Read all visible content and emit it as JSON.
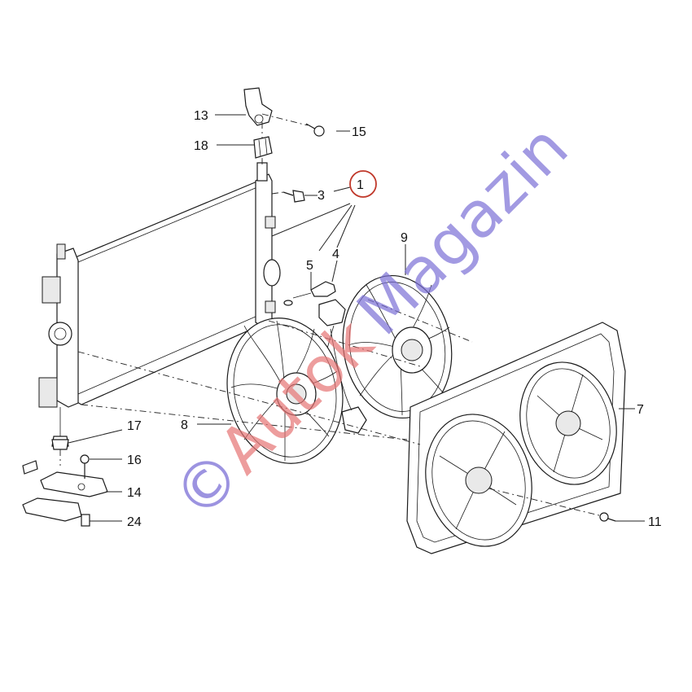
{
  "colors": {
    "line": "#1a1a1a",
    "callout_circle": "#c0392b",
    "watermark_red": "#e57373",
    "watermark_blue": "#7b6fd6"
  },
  "callouts": {
    "c1": "1",
    "c3": "3",
    "c4": "4",
    "c5": "5",
    "c7": "7",
    "c8": "8",
    "c9": "9",
    "c11": "11",
    "c13": "13",
    "c14": "14",
    "c15": "15",
    "c16": "16",
    "c17": "17",
    "c18": "18",
    "c24": "24"
  },
  "watermark": {
    "copyright": "©",
    "part1": "Autok",
    "part2": "Magazin"
  }
}
